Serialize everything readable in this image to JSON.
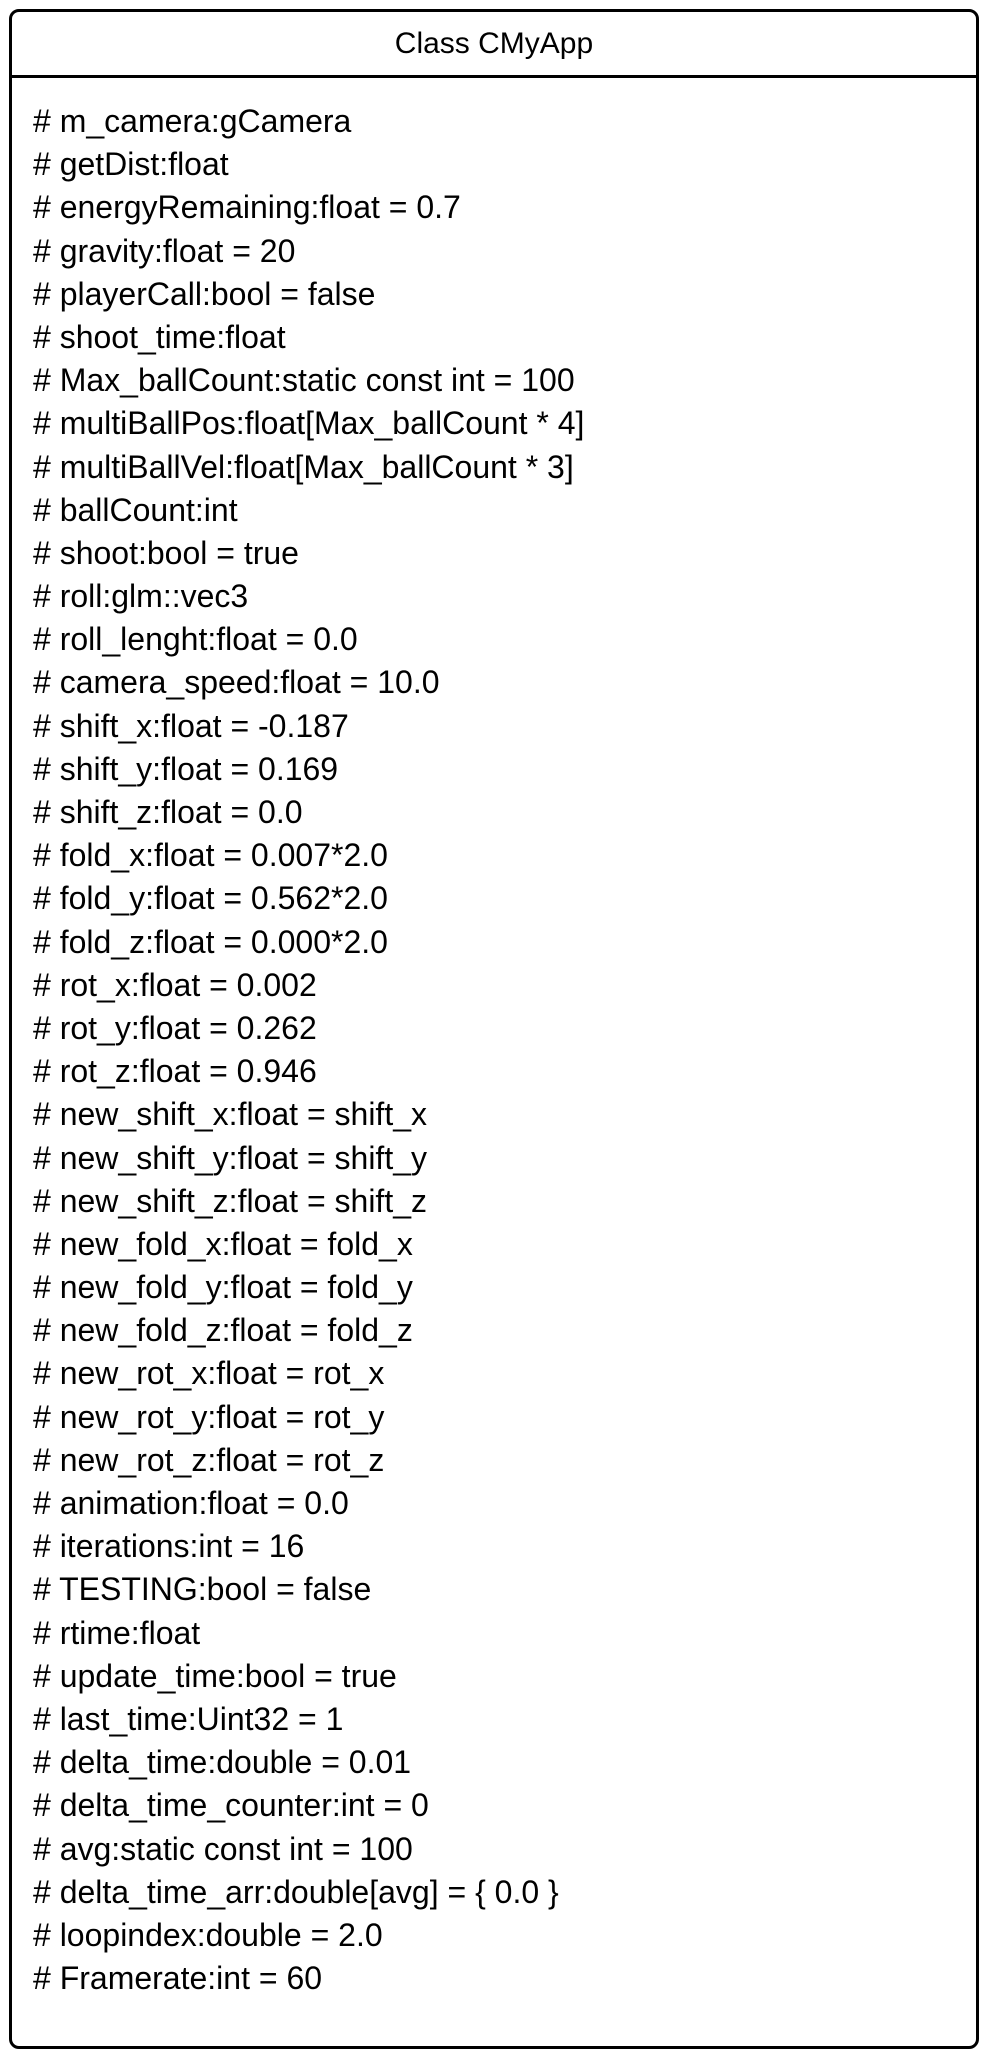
{
  "class_name": "Class CMyApp",
  "attributes": [
    "# m_camera:gCamera",
    "# getDist:float",
    "# energyRemaining:float = 0.7",
    "# gravity:float = 20",
    "# playerCall:bool = false",
    "# shoot_time:float",
    "# Max_ballCount:static const int = 100",
    "# multiBallPos:float[Max_ballCount * 4]",
    "# multiBallVel:float[Max_ballCount * 3]",
    "# ballCount:int",
    "# shoot:bool = true",
    "# roll:glm::vec3",
    "# roll_lenght:float = 0.0",
    "# camera_speed:float = 10.0",
    "# shift_x:float = -0.187",
    "# shift_y:float = 0.169",
    "# shift_z:float = 0.0",
    "# fold_x:float = 0.007*2.0",
    "# fold_y:float = 0.562*2.0",
    "# fold_z:float = 0.000*2.0",
    "# rot_x:float = 0.002",
    "# rot_y:float = 0.262",
    "# rot_z:float = 0.946",
    "# new_shift_x:float = shift_x",
    "# new_shift_y:float = shift_y",
    "# new_shift_z:float = shift_z",
    "# new_fold_x:float = fold_x",
    "# new_fold_y:float = fold_y",
    "# new_fold_z:float = fold_z",
    "# new_rot_x:float = rot_x",
    "# new_rot_y:float = rot_y",
    "# new_rot_z:float = rot_z",
    "# animation:float = 0.0",
    "# iterations:int = 16",
    "# TESTING:bool = false",
    "# rtime:float",
    "# update_time:bool = true",
    "# last_time:Uint32 = 1",
    "# delta_time:double = 0.01",
    "# delta_time_counter:int = 0",
    "# avg:static const int = 100",
    "# delta_time_arr:double[avg] = { 0.0 }",
    "# loopindex:double = 2.0",
    "# Framerate:int = 60"
  ]
}
